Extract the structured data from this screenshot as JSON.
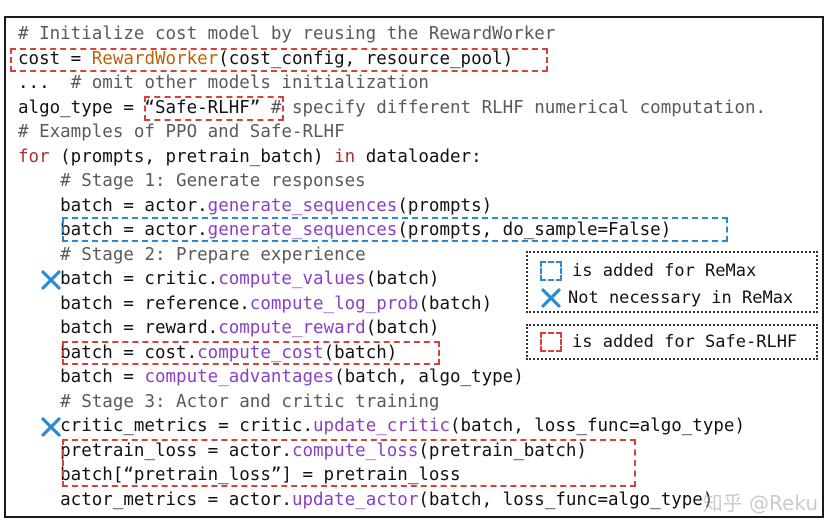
{
  "code_lines": [
    "# Initialize cost model by reusing the RewardWorker",
    "cost = RewardWorker(cost_config, resource_pool)",
    "...  # omit other models initialization",
    "algo_type = “Safe-RLHF” # specify different RLHF numerical computation.",
    "# Examples of PPO and Safe-RLHF",
    "for (prompts, pretrain_batch) in dataloader:",
    "    # Stage 1: Generate responses",
    "    batch = actor.generate_sequences(prompts)",
    "    batch = actor.generate_sequences(prompts, do_sample=False)",
    "    # Stage 2: Prepare experience",
    "    batch = critic.compute_values(batch)",
    "    batch = reference.compute_log_prob(batch)",
    "    batch = reward.compute_reward(batch)",
    "    batch = cost.compute_cost(batch)",
    "    batch = compute_advantages(batch, algo_type)",
    "    # Stage 3: Actor and critic training",
    "    critic_metrics = critic.update_critic(batch, loss_func=algo_type)",
    "    pretrain_loss = actor.compute_loss(pretrain_batch)",
    "    batch[“pretrain_loss”] = pretrain_loss",
    "    actor_metrics = actor.update_actor(batch, loss_func=algo_type)"
  ],
  "legend": {
    "remax_added": "is added for ReMax",
    "remax_not_needed": "Not necessary in ReMax",
    "safe_rlhf_added": "is added for Safe-RLHF"
  },
  "watermark": "知乎 @Reku",
  "colors": {
    "red_dash": "#d8403a",
    "blue_dash": "#2b8bd0",
    "keyword": "#b03030",
    "function": "#8a3fc4",
    "class": "#b8650a",
    "comment": "#5a5a5a"
  },
  "icons": [
    "x-icon"
  ]
}
